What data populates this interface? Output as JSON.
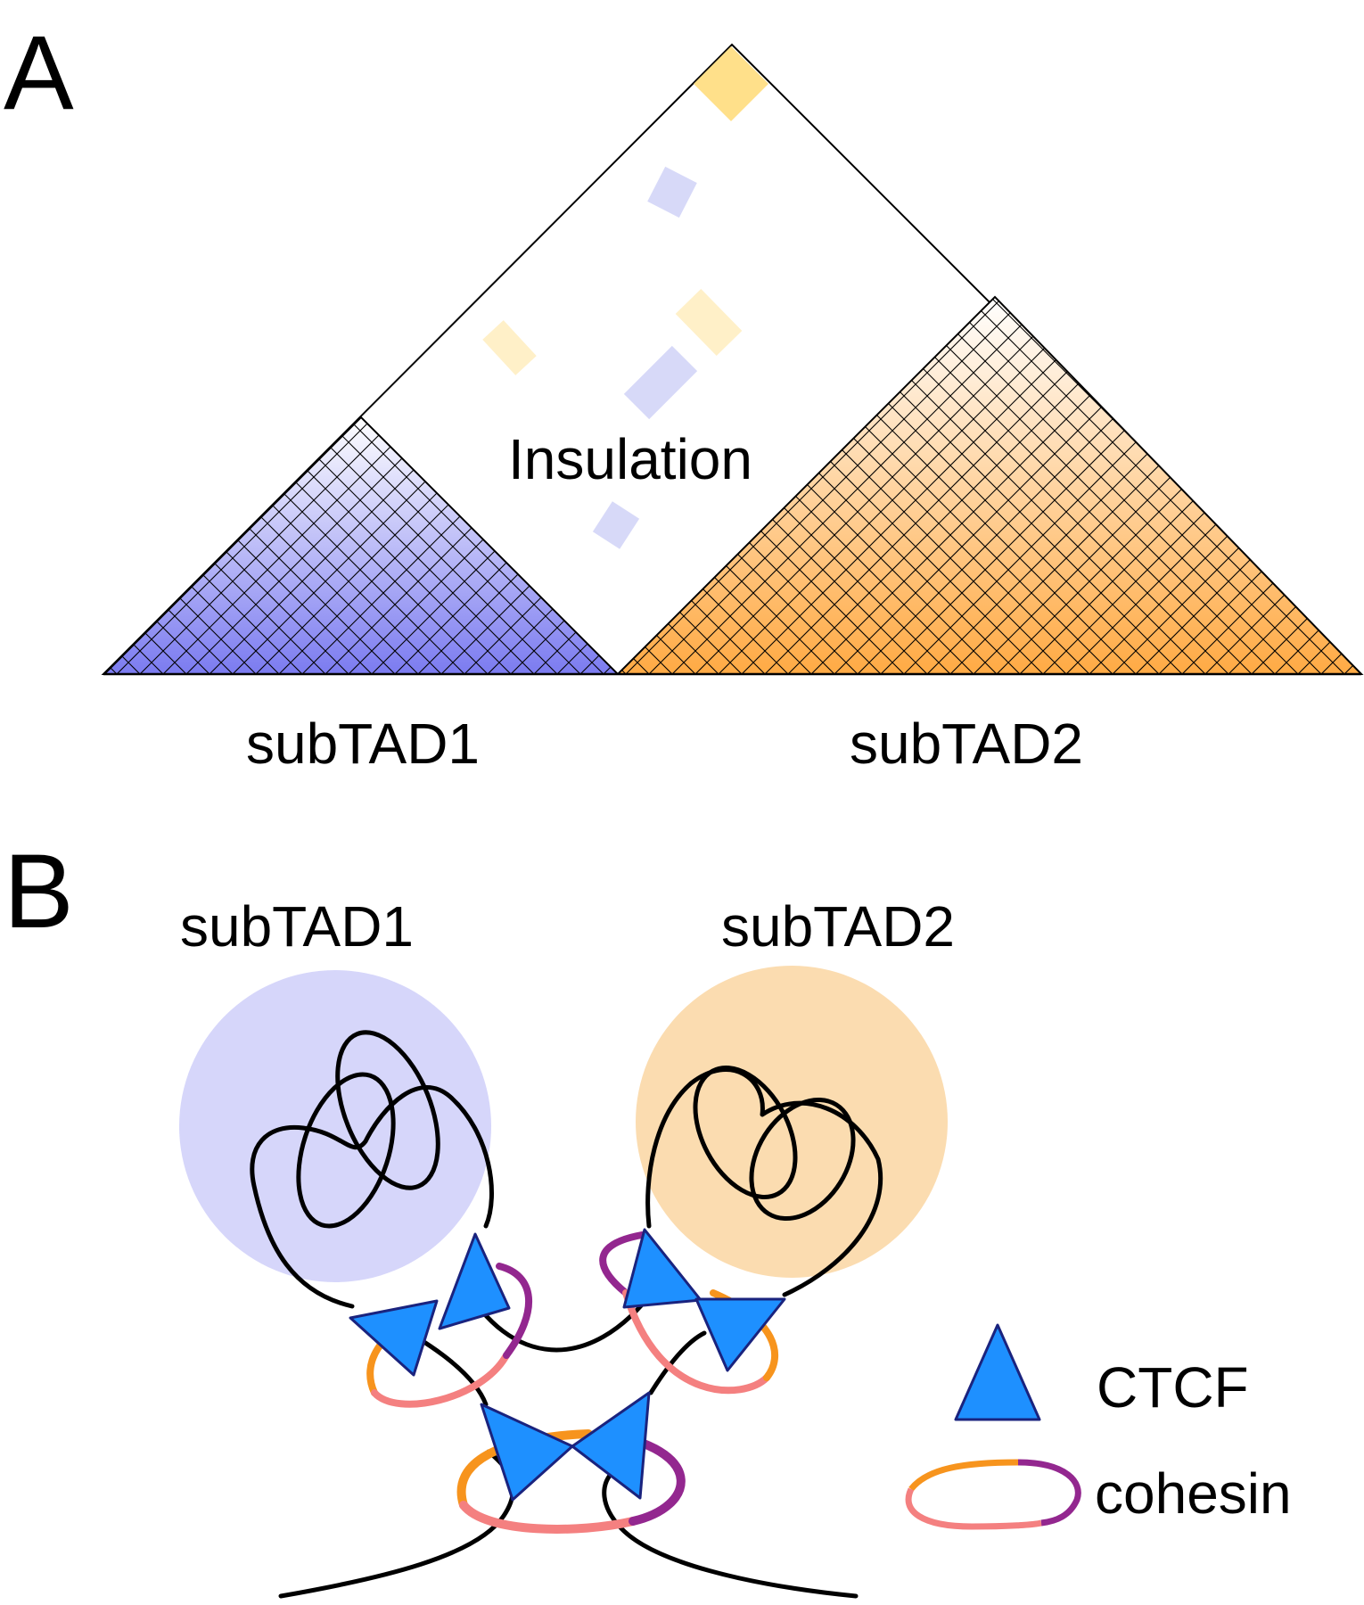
{
  "panels": {
    "a": {
      "letter": "A",
      "insulation_label": "Insulation",
      "subtad1_label": "subTAD1",
      "subtad2_label": "subTAD2"
    },
    "b": {
      "letter": "B",
      "subtad1_label": "subTAD1",
      "subtad2_label": "subTAD2"
    }
  },
  "legend": {
    "ctcf_label": "CTCF",
    "cohesin_label": "cohesin"
  },
  "colors": {
    "subtad1": "#7b7bf0",
    "subtad1_light": "#d6d6fa",
    "subtad2": "#ffaa44",
    "subtad2_light": "#fbdcb0",
    "corner_contact": "#ffe08a",
    "stripe_blue": "#d7d9f8",
    "stripe_yellow": "#fff0c8",
    "ctcf_fill": "#1e90ff",
    "ctcf_stroke": "#1a237e",
    "cohesin_orange": "#f7941d",
    "cohesin_pink": "#f48080",
    "cohesin_purple": "#93278f"
  }
}
